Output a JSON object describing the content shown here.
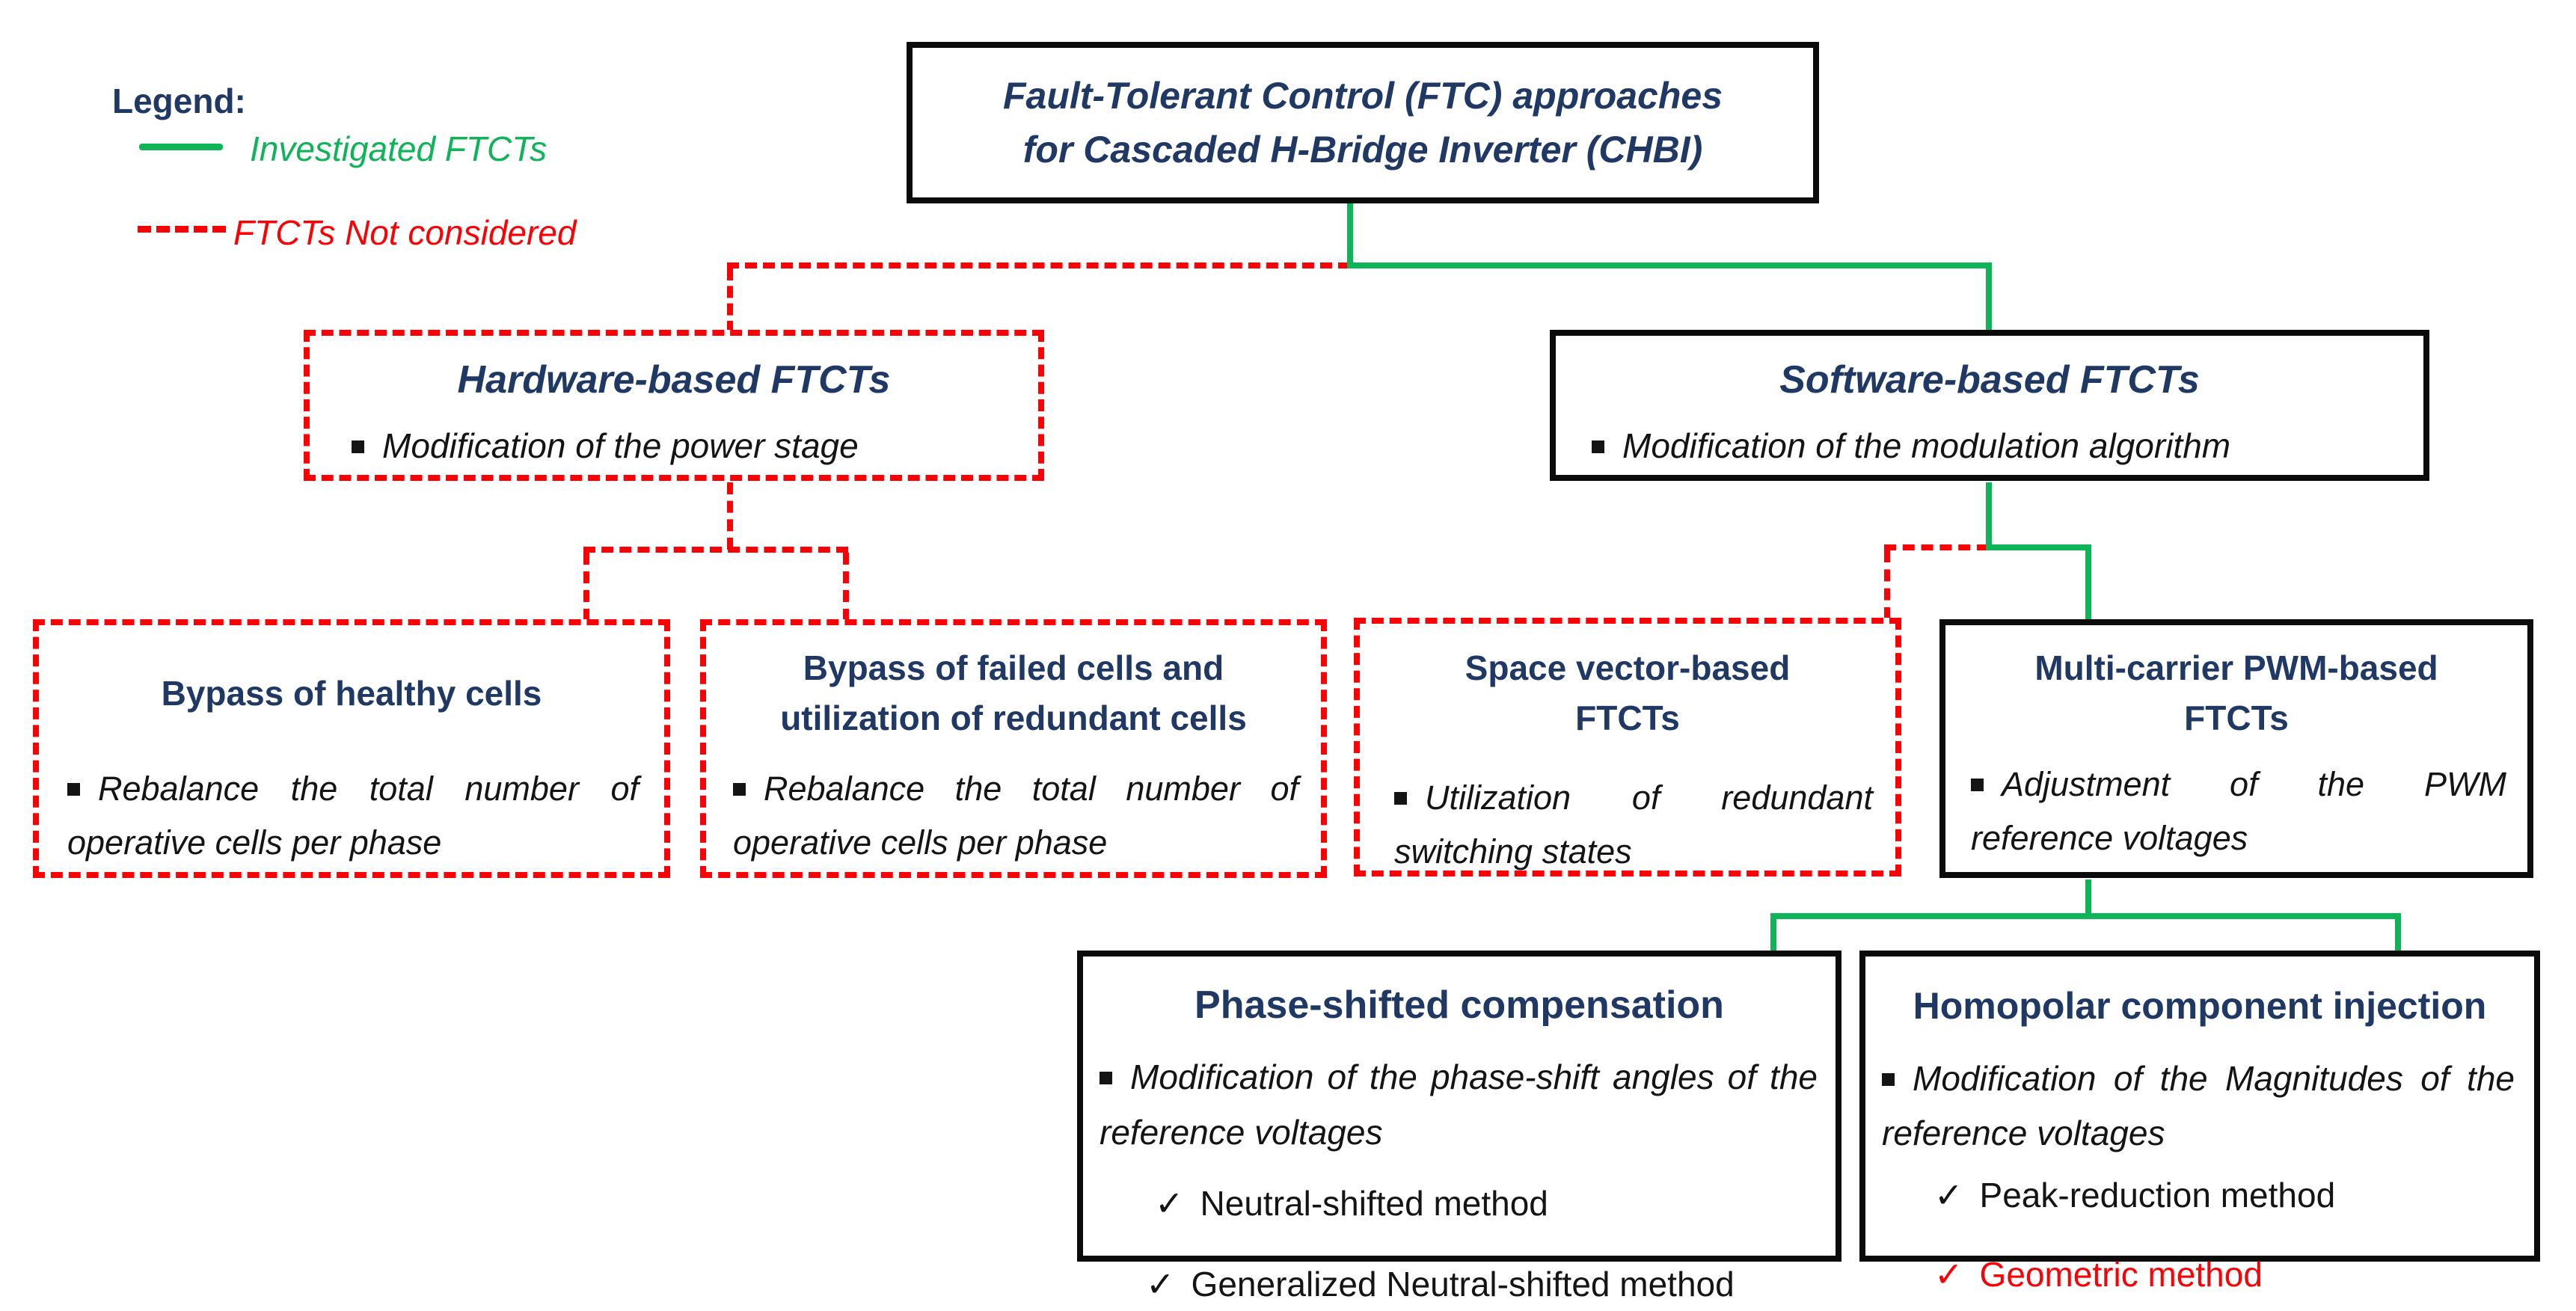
{
  "legend": {
    "title": "Legend:",
    "investigated": "Investigated FTCTs",
    "not_considered": "FTCTs Not considered"
  },
  "colors": {
    "navy": "#1f3864",
    "green": "#0eb457",
    "red": "#fb0005",
    "black": "#141414"
  },
  "glyphs": {
    "check": "✓"
  },
  "nodes": {
    "root": {
      "title_line1": "Fault-Tolerant Control (FTC) approaches",
      "title_line2": "for Cascaded H-Bridge Inverter (CHBI)"
    },
    "hardware": {
      "title": "Hardware-based FTCTs",
      "bullet": "Modification of the power stage"
    },
    "software": {
      "title": "Software-based FTCTs",
      "bullet": "Modification of the modulation algorithm"
    },
    "bypass_healthy": {
      "title": "Bypass of healthy cells",
      "bullet": "Rebalance the total number of operative cells per phase"
    },
    "bypass_failed": {
      "title_line1": "Bypass of failed cells and",
      "title_line2": "utilization  of redundant cells",
      "bullet": "Rebalance the total number of operative cells per phase"
    },
    "space_vector": {
      "title_line1": "Space vector-based",
      "title_line2": "FTCTs",
      "bullet": "Utilization of redundant switching states"
    },
    "multicarrier": {
      "title_line1": "Multi-carrier PWM-based",
      "title_line2": "FTCTs",
      "bullet": "Adjustment of the PWM reference voltages"
    },
    "phase_shifted": {
      "title": "Phase-shifted compensation",
      "bullet": "Modification of the phase-shift angles of the reference voltages",
      "methods": [
        "Neutral-shifted method",
        "Generalized Neutral-shifted method"
      ]
    },
    "homopolar": {
      "title": "Homopolar component injection",
      "bullet": "Modification of the Magnitudes of the reference voltages",
      "methods": [
        "Peak-reduction method",
        "Geometric method"
      ]
    }
  }
}
